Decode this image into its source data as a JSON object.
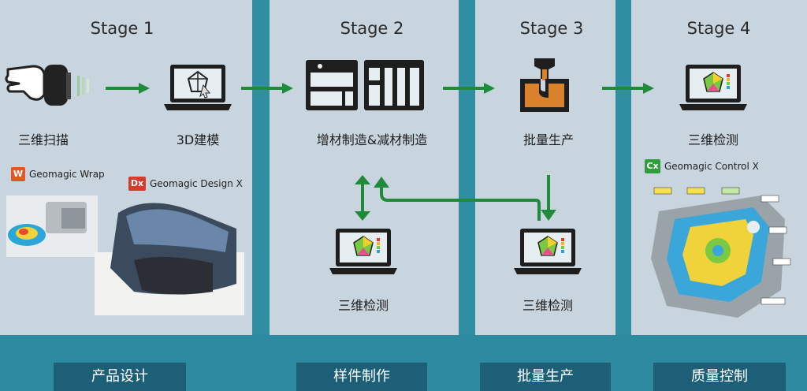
{
  "stages": [
    {
      "title": "Stage 1",
      "footer": "产品设计",
      "labels": [
        "三维扫描",
        "3D建模"
      ]
    },
    {
      "title": "Stage 2",
      "footer": "样件制作",
      "labels": [
        "增材制造&减材制造",
        "三维检测"
      ]
    },
    {
      "title": "Stage 3",
      "footer": "批量生产",
      "labels": [
        "批量生产",
        "三维检测"
      ]
    },
    {
      "title": "Stage 4",
      "footer": "质量控制",
      "labels": [
        "三维检测"
      ]
    }
  ],
  "software": {
    "wrap": {
      "badge": "W",
      "name": "Geomagic Wrap",
      "color": "#e2572a"
    },
    "design_x": {
      "badge": "Dx",
      "name": "Geomagic Design X",
      "color": "#d63b2b"
    },
    "control_x": {
      "badge": "Cx",
      "name": "Geomagic Control X",
      "color": "#2f9e3a"
    }
  },
  "colors": {
    "arrow": "#1f8a3a",
    "panel": "#c9d5de",
    "band": "#2d8aa0",
    "footer": "#1d5f77",
    "molten": "#d9822b"
  },
  "icons": [
    "hand-scanner-icon",
    "laptop-3d-model-icon",
    "additive-machine-icon",
    "cnc-machine-icon",
    "casting-ladle-icon",
    "laptop-inspection-icon"
  ]
}
